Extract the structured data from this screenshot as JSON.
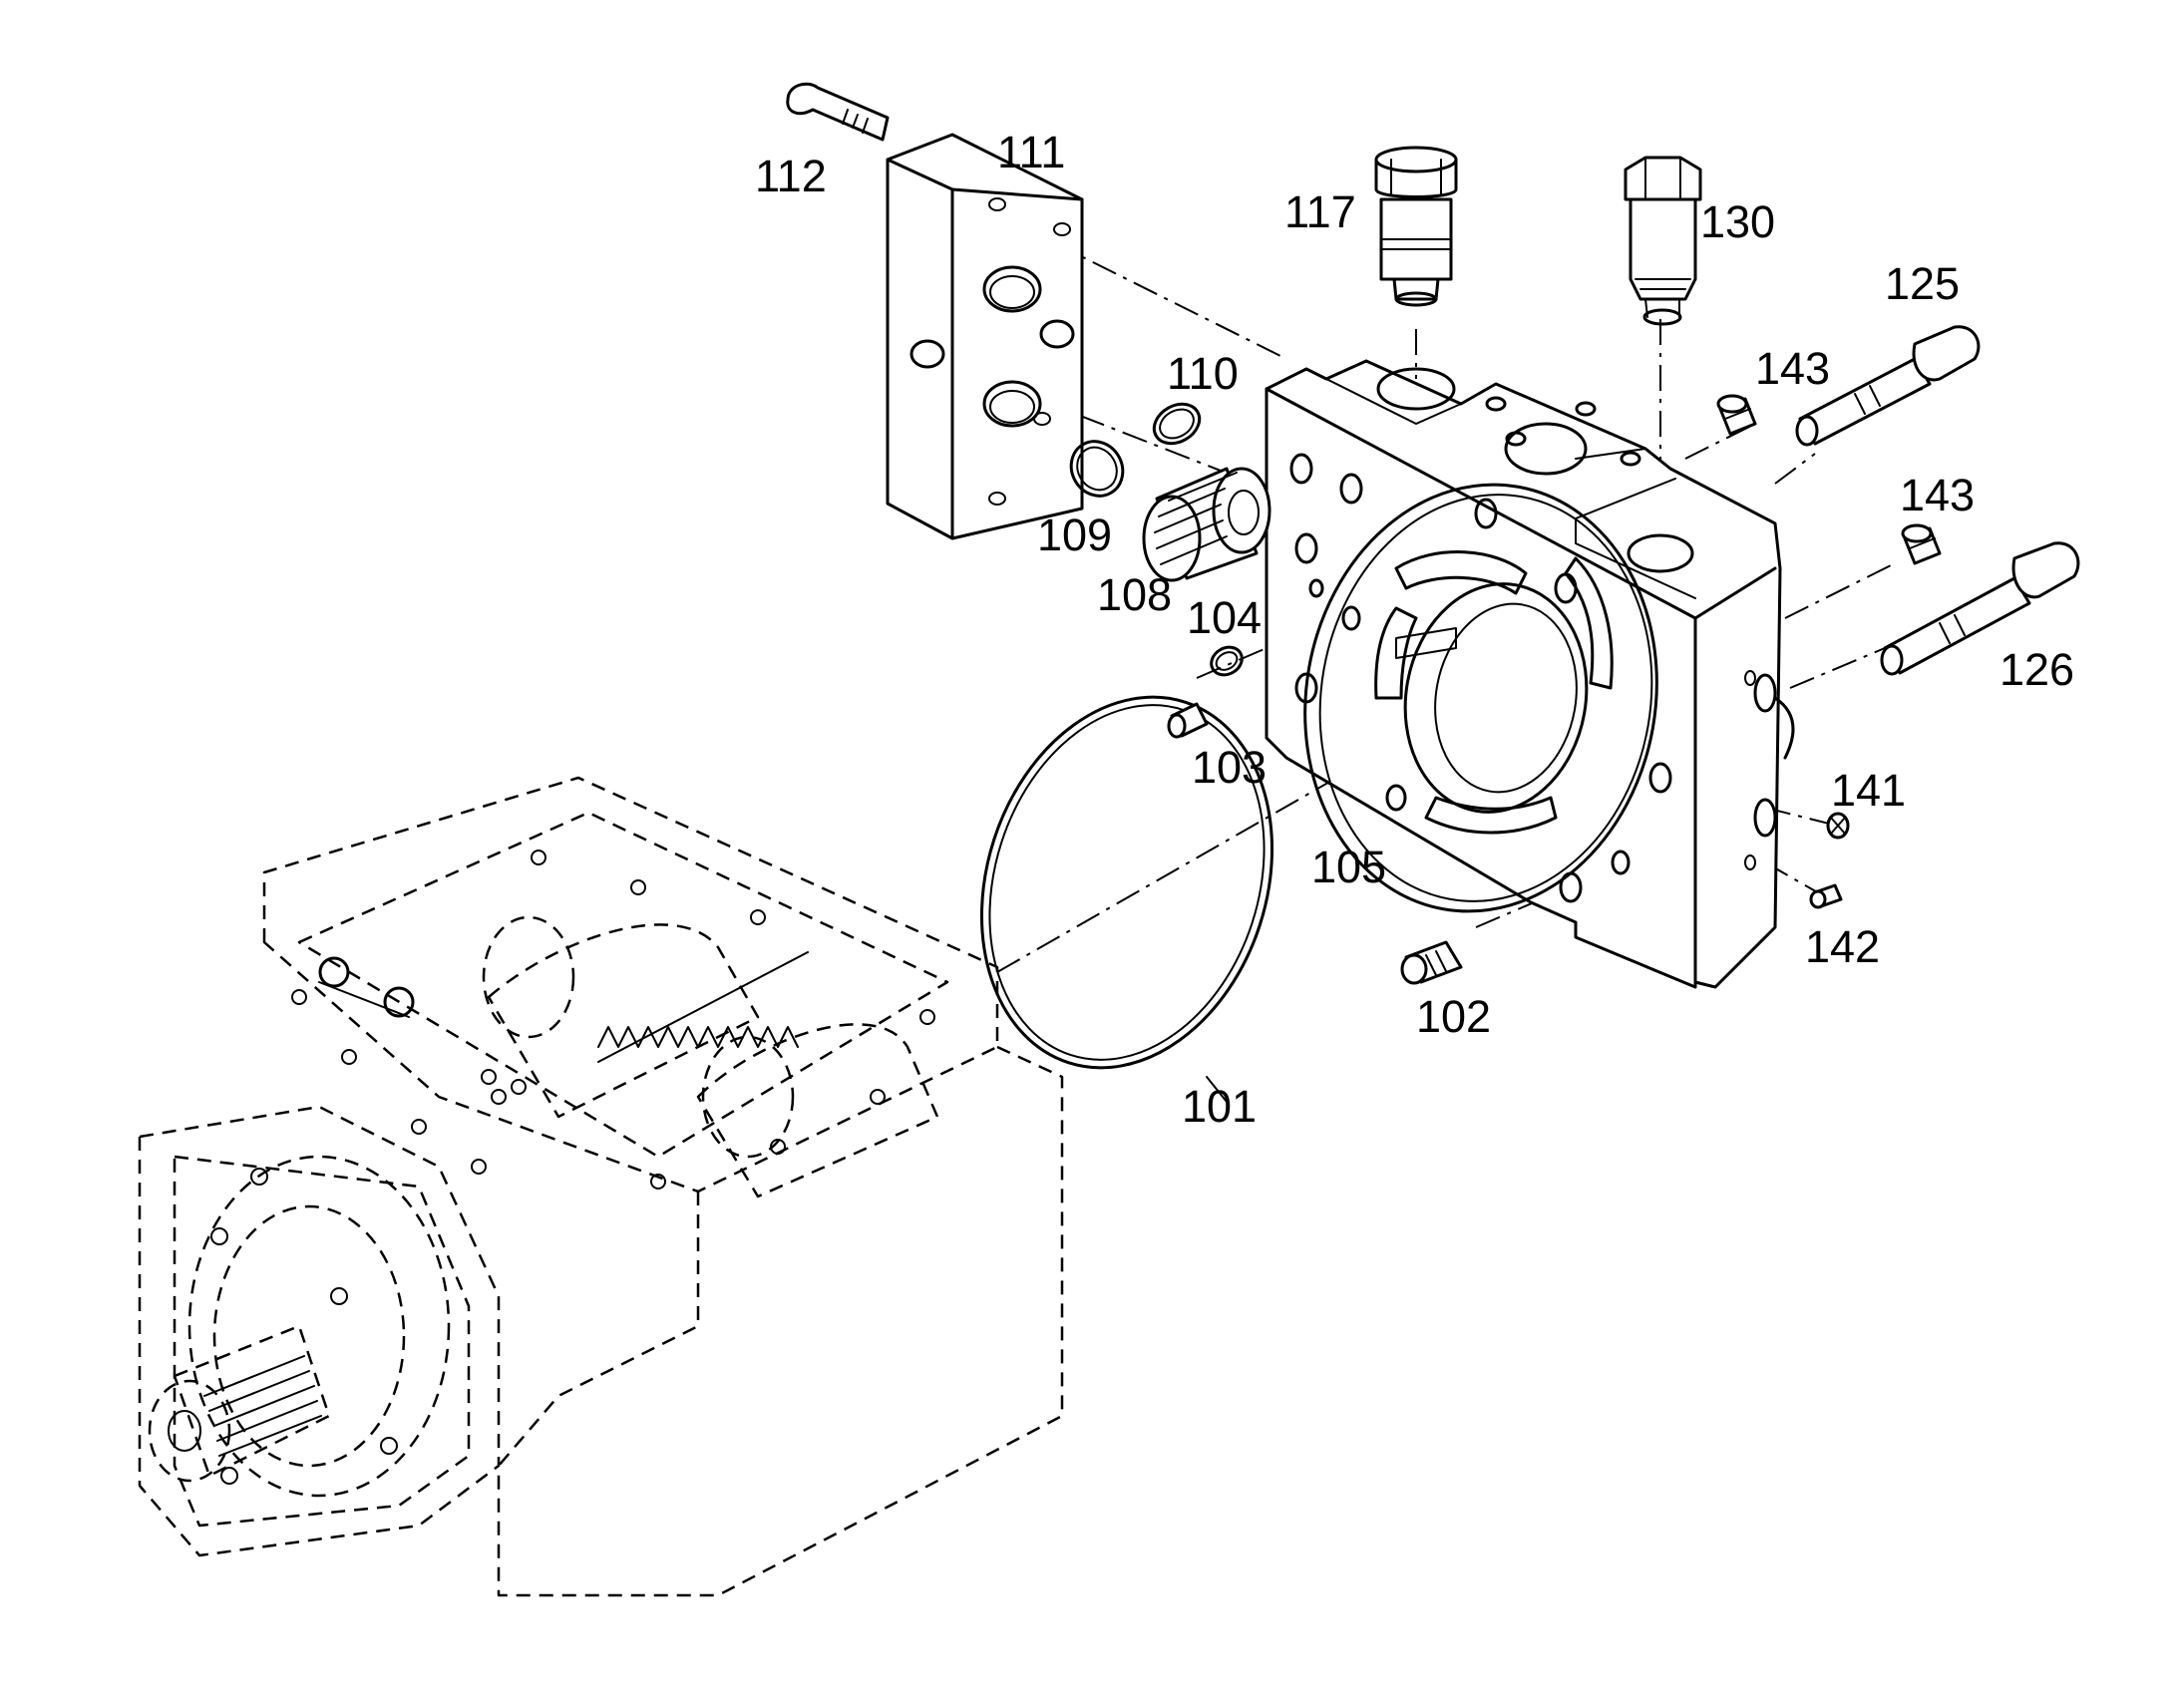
{
  "labels": {
    "p101": "101",
    "p102": "102",
    "p103": "103",
    "p104": "104",
    "p105": "105",
    "p108": "108",
    "p109": "109",
    "p110": "110",
    "p111": "111",
    "p112": "112",
    "p117": "117",
    "p125": "125",
    "p126": "126",
    "p130": "130",
    "p141": "141",
    "p142": "142",
    "p143a": "143",
    "p143b": "143"
  },
  "colors": {
    "line": "#000000",
    "background": "#ffffff"
  }
}
